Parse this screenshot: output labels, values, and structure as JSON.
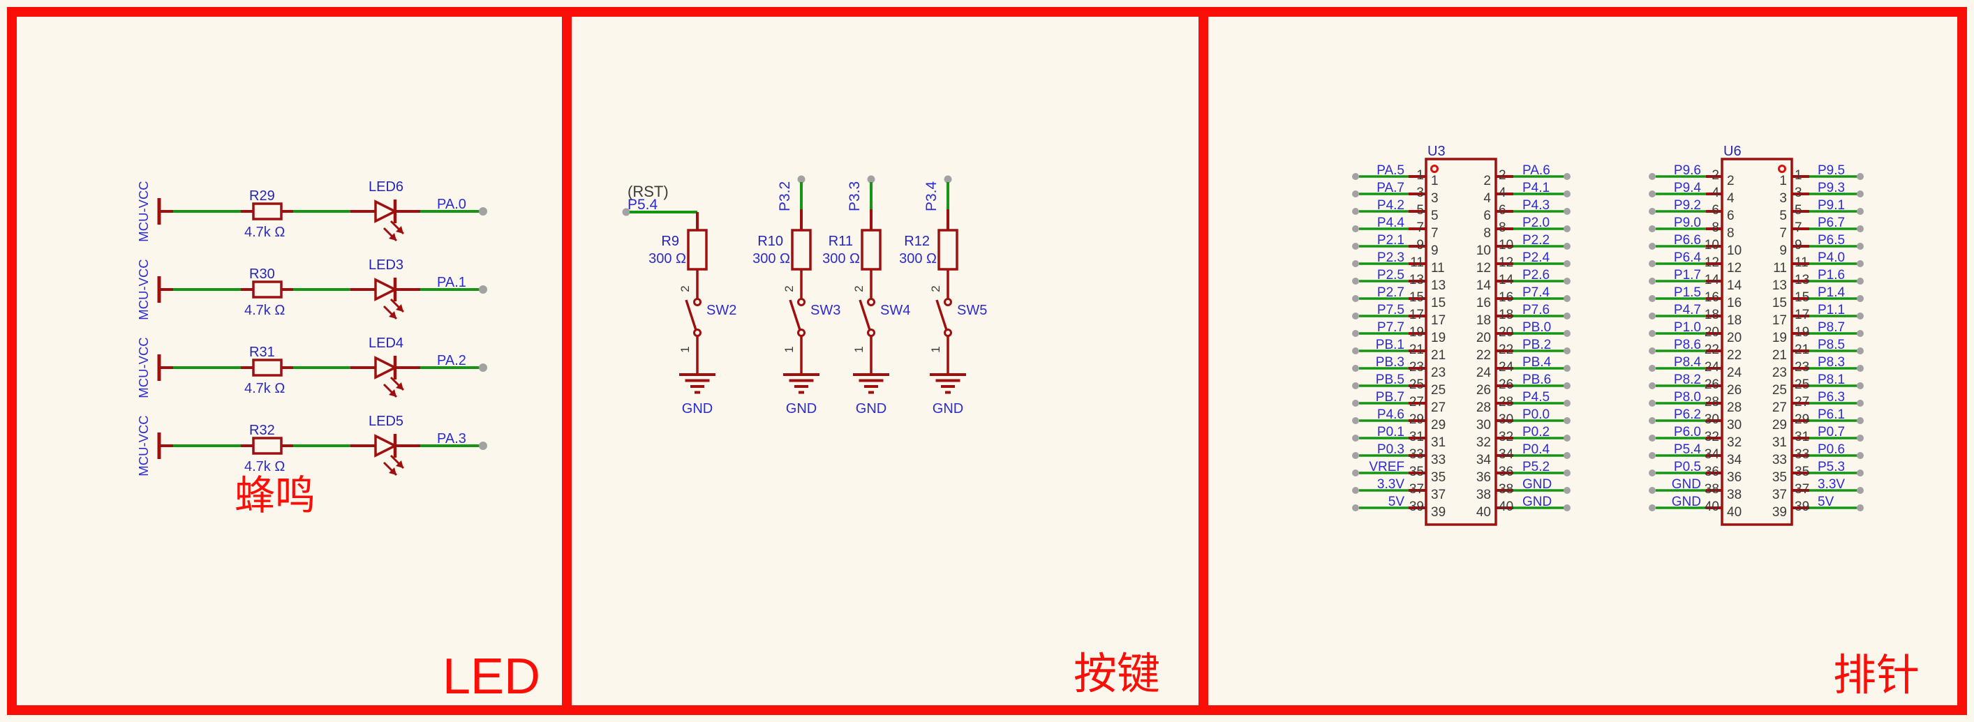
{
  "colors": {
    "background": "#FCF7EC",
    "frame_red": "#FA0F08",
    "component_red": "#9E1010",
    "wire_green": "#149614",
    "net_blue": "#2B2BD0",
    "name_blue": "#2424B4",
    "dark_text": "#3A3A3A",
    "dot_gray": "#A2A2A2",
    "pin1_red": "#D9100C",
    "title_red": "#FA0F08"
  },
  "panels": {
    "led": {
      "section_title": "蜂鸣",
      "corner_label": "LED",
      "rows": [
        {
          "rail": "MCU-VCC",
          "resistor": "R29",
          "value": "4.7k Ω",
          "led": "LED6",
          "net": "PA.0"
        },
        {
          "rail": "MCU-VCC",
          "resistor": "R30",
          "value": "4.7k Ω",
          "led": "LED3",
          "net": "PA.1"
        },
        {
          "rail": "MCU-VCC",
          "resistor": "R31",
          "value": "4.7k Ω",
          "led": "LED4",
          "net": "PA.2"
        },
        {
          "rail": "MCU-VCC",
          "resistor": "R32",
          "value": "4.7k Ω",
          "led": "LED5",
          "net": "PA.3"
        }
      ]
    },
    "buttons": {
      "corner_label": "按键",
      "columns": [
        {
          "net_note": "(RST)",
          "net": "P5.4",
          "entry": "left",
          "resistor": "R9",
          "value": "300 Ω",
          "switch": "SW2",
          "pin_top": "2",
          "pin_bottom": "1",
          "ground": "GND"
        },
        {
          "net": "P3.2",
          "entry": "top",
          "resistor": "R10",
          "value": "300 Ω",
          "switch": "SW3",
          "pin_top": "2",
          "pin_bottom": "1",
          "ground": "GND"
        },
        {
          "net": "P3.3",
          "entry": "top",
          "resistor": "R11",
          "value": "300 Ω",
          "switch": "SW4",
          "pin_top": "2",
          "pin_bottom": "1",
          "ground": "GND"
        },
        {
          "net": "P3.4",
          "entry": "top",
          "resistor": "R12",
          "value": "300 Ω",
          "switch": "SW5",
          "pin_top": "2",
          "pin_bottom": "1",
          "ground": "GND"
        }
      ]
    },
    "headers": {
      "corner_label": "排针",
      "connectors": [
        {
          "ref": "U3",
          "pin1_indicator": "left",
          "left_pins": [
            {
              "num": "1",
              "net": "PA.5"
            },
            {
              "num": "3",
              "net": "PA.7"
            },
            {
              "num": "5",
              "net": "P4.2"
            },
            {
              "num": "7",
              "net": "P4.4"
            },
            {
              "num": "9",
              "net": "P2.1"
            },
            {
              "num": "11",
              "net": "P2.3"
            },
            {
              "num": "13",
              "net": "P2.5"
            },
            {
              "num": "15",
              "net": "P2.7"
            },
            {
              "num": "17",
              "net": "P7.5"
            },
            {
              "num": "19",
              "net": "P7.7"
            },
            {
              "num": "21",
              "net": "PB.1"
            },
            {
              "num": "23",
              "net": "PB.3"
            },
            {
              "num": "25",
              "net": "PB.5"
            },
            {
              "num": "27",
              "net": "PB.7"
            },
            {
              "num": "29",
              "net": "P4.6"
            },
            {
              "num": "31",
              "net": "P0.1"
            },
            {
              "num": "33",
              "net": "P0.3"
            },
            {
              "num": "35",
              "net": "VREF"
            },
            {
              "num": "37",
              "net": "3.3V"
            },
            {
              "num": "39",
              "net": "5V"
            }
          ],
          "right_pins": [
            {
              "num": "2",
              "net": "PA.6"
            },
            {
              "num": "4",
              "net": "P4.1"
            },
            {
              "num": "6",
              "net": "P4.3"
            },
            {
              "num": "8",
              "net": "P2.0"
            },
            {
              "num": "10",
              "net": "P2.2"
            },
            {
              "num": "12",
              "net": "P2.4"
            },
            {
              "num": "14",
              "net": "P2.6"
            },
            {
              "num": "16",
              "net": "P7.4"
            },
            {
              "num": "18",
              "net": "P7.6"
            },
            {
              "num": "20",
              "net": "PB.0"
            },
            {
              "num": "22",
              "net": "PB.2"
            },
            {
              "num": "24",
              "net": "PB.4"
            },
            {
              "num": "26",
              "net": "PB.6"
            },
            {
              "num": "28",
              "net": "P4.5"
            },
            {
              "num": "30",
              "net": "P0.0"
            },
            {
              "num": "32",
              "net": "P0.2"
            },
            {
              "num": "34",
              "net": "P0.4"
            },
            {
              "num": "36",
              "net": "P5.2"
            },
            {
              "num": "38",
              "net": "GND"
            },
            {
              "num": "40",
              "net": "GND"
            }
          ]
        },
        {
          "ref": "U6",
          "pin1_indicator": "right",
          "left_pins": [
            {
              "num": "2",
              "net": "P9.6"
            },
            {
              "num": "4",
              "net": "P9.4"
            },
            {
              "num": "6",
              "net": "P9.2"
            },
            {
              "num": "8",
              "net": "P9.0"
            },
            {
              "num": "10",
              "net": "P6.6"
            },
            {
              "num": "12",
              "net": "P6.4"
            },
            {
              "num": "14",
              "net": "P1.7"
            },
            {
              "num": "16",
              "net": "P1.5"
            },
            {
              "num": "18",
              "net": "P4.7"
            },
            {
              "num": "20",
              "net": "P1.0"
            },
            {
              "num": "22",
              "net": "P8.6"
            },
            {
              "num": "24",
              "net": "P8.4"
            },
            {
              "num": "26",
              "net": "P8.2"
            },
            {
              "num": "28",
              "net": "P8.0"
            },
            {
              "num": "30",
              "net": "P6.2"
            },
            {
              "num": "32",
              "net": "P6.0"
            },
            {
              "num": "34",
              "net": "P5.4"
            },
            {
              "num": "36",
              "net": "P0.5"
            },
            {
              "num": "38",
              "net": "GND"
            },
            {
              "num": "40",
              "net": "GND"
            }
          ],
          "right_pins": [
            {
              "num": "1",
              "net": "P9.5"
            },
            {
              "num": "3",
              "net": "P9.3"
            },
            {
              "num": "5",
              "net": "P9.1"
            },
            {
              "num": "7",
              "net": "P6.7"
            },
            {
              "num": "9",
              "net": "P6.5"
            },
            {
              "num": "11",
              "net": "P4.0"
            },
            {
              "num": "13",
              "net": "P1.6"
            },
            {
              "num": "15",
              "net": "P1.4"
            },
            {
              "num": "17",
              "net": "P1.1"
            },
            {
              "num": "19",
              "net": "P8.7"
            },
            {
              "num": "21",
              "net": "P8.5"
            },
            {
              "num": "23",
              "net": "P8.3"
            },
            {
              "num": "25",
              "net": "P8.1"
            },
            {
              "num": "27",
              "net": "P6.3"
            },
            {
              "num": "29",
              "net": "P6.1"
            },
            {
              "num": "31",
              "net": "P0.7"
            },
            {
              "num": "33",
              "net": "P0.6"
            },
            {
              "num": "35",
              "net": "P5.3"
            },
            {
              "num": "37",
              "net": "3.3V"
            },
            {
              "num": "39",
              "net": "5V"
            }
          ]
        }
      ]
    }
  }
}
